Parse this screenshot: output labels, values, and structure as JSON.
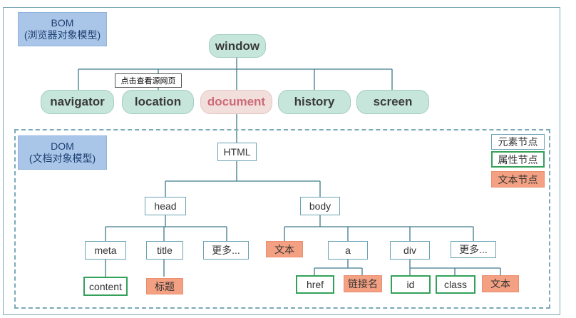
{
  "bom": {
    "title": "BOM",
    "subtitle": "(浏览器对象模型)"
  },
  "dom": {
    "title": "DOM",
    "subtitle": "(文档对象模型)"
  },
  "tooltip": "点击查看源网页",
  "window": "window",
  "bom_nodes": [
    "navigator",
    "location",
    "document",
    "history",
    "screen"
  ],
  "legend": {
    "element": "元素节点",
    "attribute": "属性节点",
    "text": "文本节点"
  },
  "tree": {
    "html": "HTML",
    "head": "head",
    "body": "body",
    "meta": "meta",
    "title": "title",
    "head_more": "更多...",
    "body_text": "文本",
    "a": "a",
    "div": "div",
    "body_more": "更多...",
    "content": "content",
    "title_text": "标题",
    "href": "href",
    "link_name": "链接名",
    "id": "id",
    "class": "class",
    "div_text": "文本"
  },
  "colors": {
    "bom_pill": "#c6e6dc",
    "document_pill": "#f2dedb",
    "document_text": "#cd6b78",
    "element_border": "#6aa3b4",
    "attribute_border": "#33a15a",
    "text_fill": "#f4a082",
    "label_fill": "#a9c6e8",
    "connector": "#3e7a8c"
  }
}
